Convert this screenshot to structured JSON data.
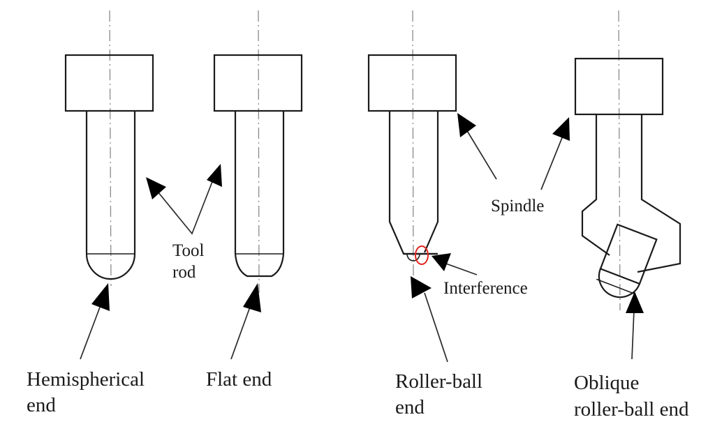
{
  "diagram": {
    "title": "",
    "tools": [
      {
        "id": "hemispherical",
        "label_lines": [
          "Hemispherical",
          "end"
        ]
      },
      {
        "id": "flat",
        "label_lines": [
          "Flat end"
        ]
      },
      {
        "id": "roller-ball",
        "label_lines": [
          "Roller-ball",
          "end"
        ]
      },
      {
        "id": "oblique-roller-ball",
        "label_lines": [
          "Oblique",
          "roller-ball end"
        ]
      }
    ],
    "annotations": {
      "tool_rod": [
        "Tool",
        "rod"
      ],
      "spindle": "Spindle",
      "interference": "Interference"
    },
    "colors": {
      "line": "#1a1a1a",
      "axis": "#8a8a8a",
      "highlight": "#e0261f"
    }
  }
}
